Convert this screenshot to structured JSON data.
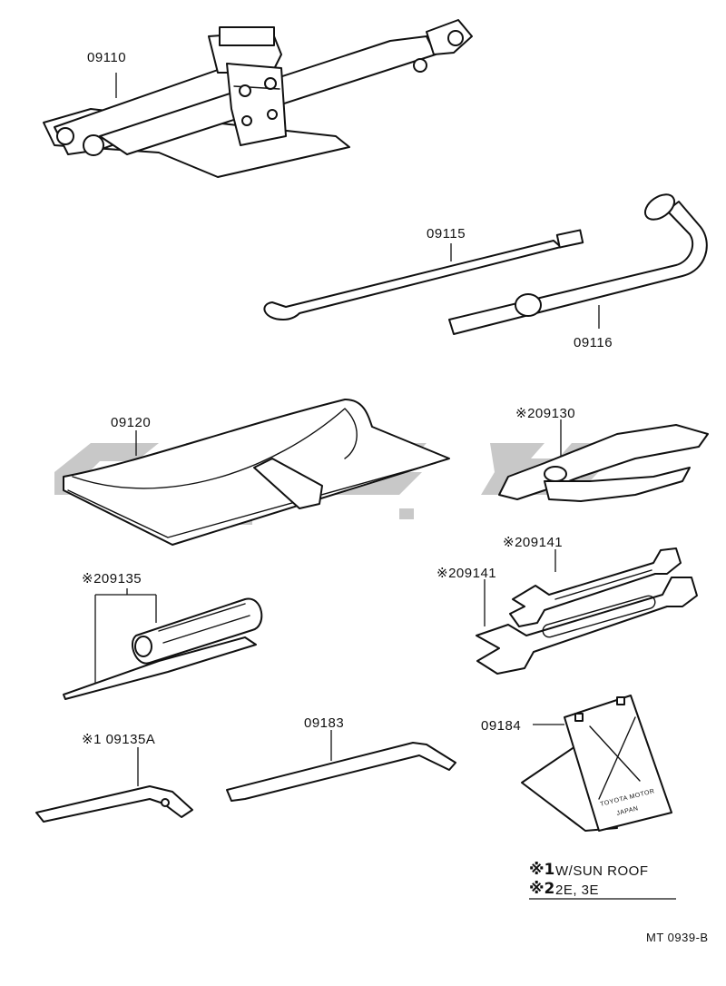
{
  "parts": {
    "jack": "09110",
    "jack_handle": "09115",
    "wrench_handle": "09116",
    "tool_bag": "09120",
    "pliers": "※209130",
    "wrench_small": "※209141",
    "wrench_large": "※209141",
    "screwdriver": "※209135",
    "screwdriver_offset": "※1 09135A",
    "lever_bar": "09183",
    "wheel_chock": "09184"
  },
  "chock_text": {
    "line1": "TOYOTA MOTOR",
    "line2": "JAPAN"
  },
  "notes": {
    "note1_mark": "※1",
    "note1_text": "W/SUN ROOF",
    "note2_mark": "※2",
    "note2_text": "2E, 3E"
  },
  "figure_code": "MT 0939-B"
}
